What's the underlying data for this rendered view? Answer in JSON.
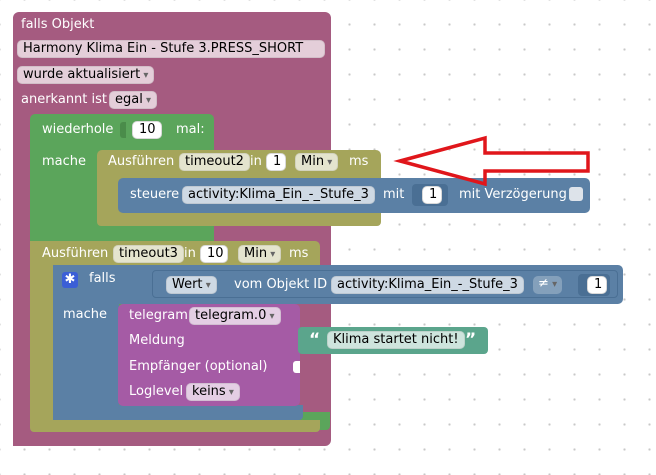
{
  "if_block": {
    "title": "falls Objekt",
    "object_id": "Harmony Klima Ein - Stufe 3.PRESS_SHORT",
    "trigger": "wurde aktualisiert",
    "ack_label": "anerkannt ist",
    "ack_value": "egal"
  },
  "repeat_block": {
    "label": "wiederhole",
    "count": "10",
    "times_label": "mal:",
    "do_label": "mache"
  },
  "timeout2_block": {
    "label": "Ausführen",
    "name": "timeout2",
    "in_label": "in",
    "value": "1",
    "unit": "Min",
    "unit_label": "ms"
  },
  "control_block": {
    "label": "steuere",
    "object_id": "activity:Klima_Ein_-_Stufe_3",
    "with_label": "mit",
    "value": "1",
    "delay_label": "mit Verzögerung"
  },
  "timeout3_block": {
    "label": "Ausführen",
    "name": "timeout3",
    "in_label": "in",
    "value": "10",
    "unit": "Min",
    "unit_label": "ms"
  },
  "inner_if_block": {
    "if_label": "falls",
    "do_label": "mache"
  },
  "compare_block": {
    "value_type": "Wert",
    "from_label": "vom Objekt ID",
    "object_id": "activity:Klima_Ein_-_Stufe_3",
    "operator": "≠",
    "compare_value": "1"
  },
  "telegram_block": {
    "label": "telegram",
    "instance": "telegram.0",
    "message_label": "Meldung",
    "recipient_label": "Empfänger (optional)",
    "loglevel_label": "Loglevel",
    "loglevel_value": "keins"
  },
  "text_block": {
    "open_quote": "“",
    "text": "Klima startet nicht!",
    "close_quote": "”"
  },
  "colors": {
    "event": "#a55b80",
    "loop": "#5ba55b",
    "timeout": "#a5a55b",
    "control": "#5b80a5",
    "logic": "#5b80a5",
    "telegram": "#a55ba5",
    "text": "#5ba58c",
    "annotation_arrow": "#e0161b"
  }
}
